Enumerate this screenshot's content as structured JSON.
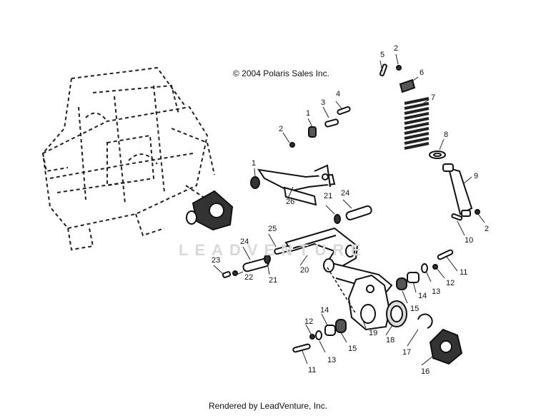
{
  "copyright": "© 2004 Polaris Sales Inc.",
  "footer": "Rendered by LeadVenture, Inc.",
  "watermark": "LEADVENTURE",
  "callouts": [
    {
      "label": "5"
    },
    {
      "label": "2"
    },
    {
      "label": "6"
    },
    {
      "label": "7"
    },
    {
      "label": "8"
    },
    {
      "label": "9"
    },
    {
      "label": "10"
    },
    {
      "label": "2"
    },
    {
      "label": "4"
    },
    {
      "label": "3"
    },
    {
      "label": "1"
    },
    {
      "label": "2"
    },
    {
      "label": "1"
    },
    {
      "label": "26"
    },
    {
      "label": "21"
    },
    {
      "label": "24"
    },
    {
      "label": "25"
    },
    {
      "label": "24"
    },
    {
      "label": "23"
    },
    {
      "label": "22"
    },
    {
      "label": "21"
    },
    {
      "label": "20"
    },
    {
      "label": "11"
    },
    {
      "label": "12"
    },
    {
      "label": "13"
    },
    {
      "label": "14"
    },
    {
      "label": "15"
    },
    {
      "label": "19"
    },
    {
      "label": "18"
    },
    {
      "label": "17"
    },
    {
      "label": "16"
    },
    {
      "label": "14"
    },
    {
      "label": "12"
    },
    {
      "label": "15"
    },
    {
      "label": "13"
    },
    {
      "label": "11"
    }
  ]
}
